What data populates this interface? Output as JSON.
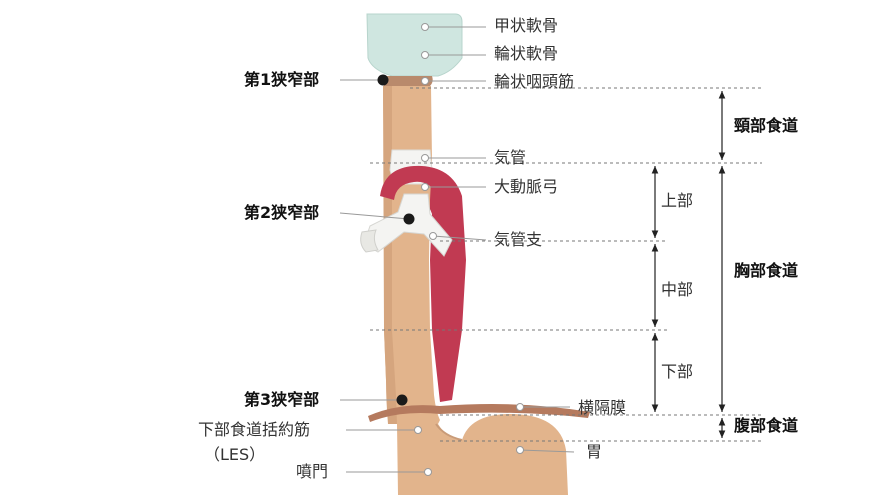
{
  "labels": {
    "thyroid_cartilage": "甲状軟骨",
    "cricoid_cartilage": "輪状軟骨",
    "cricopharyngeus": "輪状咽頭筋",
    "trachea": "気管",
    "aortic_arch": "大動脈弓",
    "bronchus": "気管支",
    "diaphragm": "横隔膜",
    "les": "下部食道括約筋",
    "les_abbr": "（LES）",
    "stomach": "胃",
    "cardia": "噴門"
  },
  "narrowings": {
    "first": "第1狭窄部",
    "second": "第2狭窄部",
    "third": "第3狭窄部"
  },
  "sections": {
    "cervical": "頸部食道",
    "thoracic": "胸部食道",
    "abdominal": "腹部食道",
    "upper": "上部",
    "middle": "中部",
    "lower": "下部"
  },
  "colors": {
    "esophagus": "#e2b48c",
    "esophagus_shade": "#caa07a",
    "cartilage": "#cfe6e0",
    "aorta": "#c13a52",
    "trachea": "#f4f4f2",
    "diaphragm": "#b57a5e",
    "leader": "#999999",
    "dashed": "#777777",
    "bracket": "#222222",
    "dot_dark": "#1a1a1a"
  }
}
